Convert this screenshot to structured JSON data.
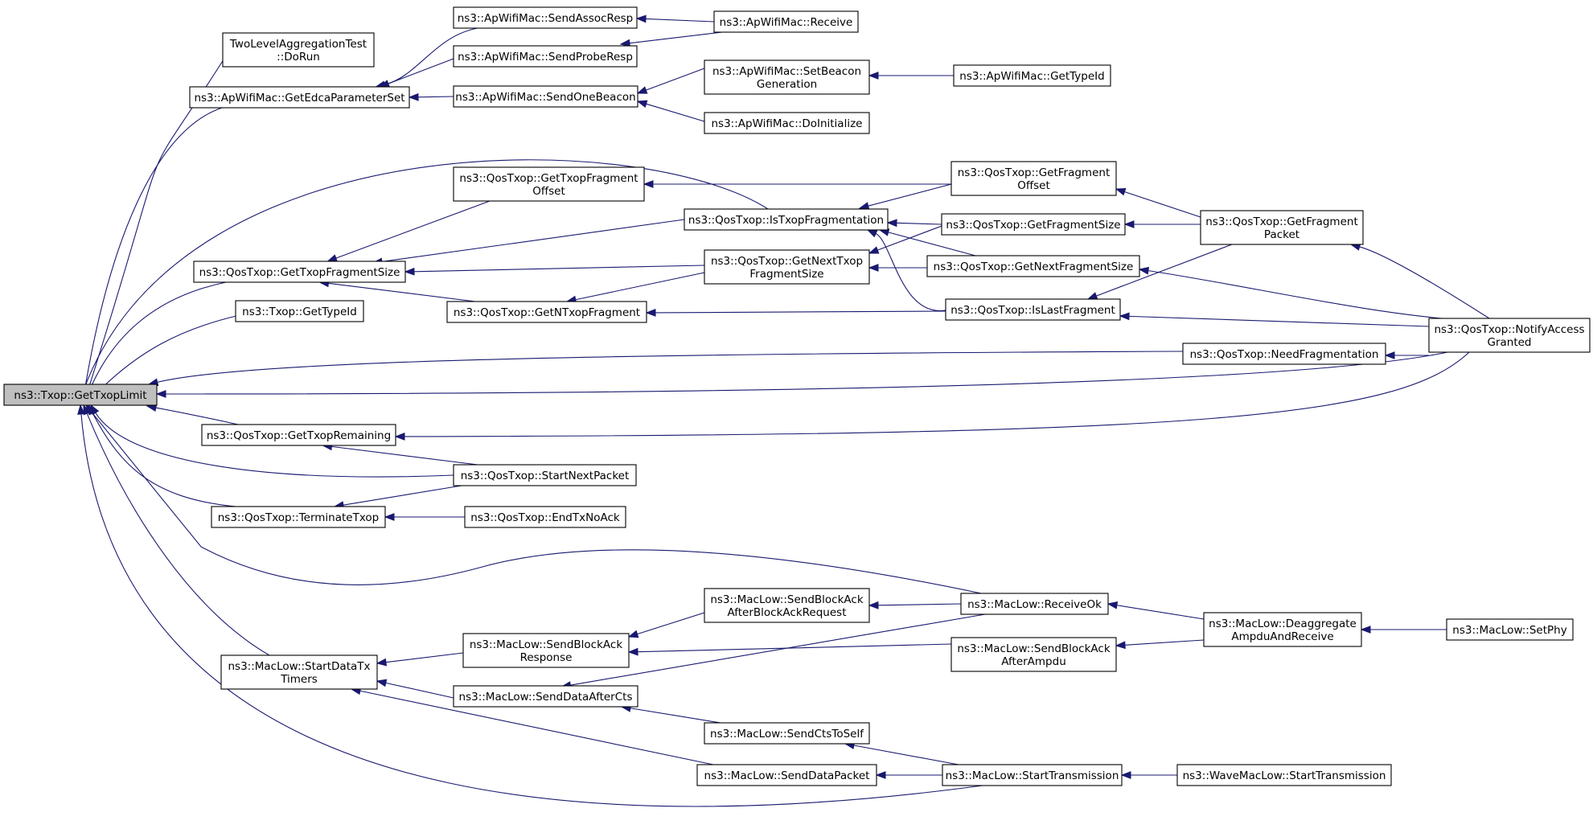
{
  "diagram": {
    "kind": "caller-graph",
    "colors": {
      "edge": "#191970",
      "root_fill": "#bfbfbf",
      "node_fill": "#ffffff",
      "border": "#000000"
    },
    "nodes": [
      {
        "id": "root",
        "lines": [
          "ns3::Txop::GetTxopLimit"
        ],
        "root": true
      },
      {
        "id": "tla",
        "lines": [
          "TwoLevelAggregationTest",
          "::DoRun"
        ]
      },
      {
        "id": "getedca",
        "lines": [
          "ns3::ApWifiMac::GetEdcaParameterSet"
        ]
      },
      {
        "id": "sendassoc",
        "lines": [
          "ns3::ApWifiMac::SendAssocResp"
        ]
      },
      {
        "id": "sendprobe",
        "lines": [
          "ns3::ApWifiMac::SendProbeResp"
        ]
      },
      {
        "id": "receive",
        "lines": [
          "ns3::ApWifiMac::Receive"
        ]
      },
      {
        "id": "sendbeacon",
        "lines": [
          "ns3::ApWifiMac::SendOneBeacon"
        ]
      },
      {
        "id": "setbeacon",
        "lines": [
          "ns3::ApWifiMac::SetBeacon",
          "Generation"
        ]
      },
      {
        "id": "gettypeid_ap",
        "lines": [
          "ns3::ApWifiMac::GetTypeId"
        ]
      },
      {
        "id": "doinit",
        "lines": [
          "ns3::ApWifiMac::DoInitialize"
        ]
      },
      {
        "id": "gettxopfragoff",
        "lines": [
          "ns3::QosTxop::GetTxopFragment",
          "Offset"
        ]
      },
      {
        "id": "istxopfrag",
        "lines": [
          "ns3::QosTxop::IsTxopFragmentation"
        ]
      },
      {
        "id": "getfragoff",
        "lines": [
          "ns3::QosTxop::GetFragment",
          "Offset"
        ]
      },
      {
        "id": "getfragsize",
        "lines": [
          "ns3::QosTxop::GetFragmentSize"
        ]
      },
      {
        "id": "getfragpkt",
        "lines": [
          "ns3::QosTxop::GetFragment",
          "Packet"
        ]
      },
      {
        "id": "gettxopfragsize",
        "lines": [
          "ns3::QosTxop::GetTxopFragmentSize"
        ]
      },
      {
        "id": "getnexttxopfrag",
        "lines": [
          "ns3::QosTxop::GetNextTxop",
          "FragmentSize"
        ]
      },
      {
        "id": "getnextfragsize",
        "lines": [
          "ns3::QosTxop::GetNextFragmentSize"
        ]
      },
      {
        "id": "gettypeid_txop",
        "lines": [
          "ns3::Txop::GetTypeId"
        ]
      },
      {
        "id": "getntxopfrag",
        "lines": [
          "ns3::QosTxop::GetNTxopFragment"
        ]
      },
      {
        "id": "islastfrag",
        "lines": [
          "ns3::QosTxop::IsLastFragment"
        ]
      },
      {
        "id": "notify",
        "lines": [
          "ns3::QosTxop::NotifyAccess",
          "Granted"
        ]
      },
      {
        "id": "needfrag",
        "lines": [
          "ns3::QosTxop::NeedFragmentation"
        ]
      },
      {
        "id": "gettxoprem",
        "lines": [
          "ns3::QosTxop::GetTxopRemaining"
        ]
      },
      {
        "id": "startnext",
        "lines": [
          "ns3::QosTxop::StartNextPacket"
        ]
      },
      {
        "id": "terminate",
        "lines": [
          "ns3::QosTxop::TerminateTxop"
        ]
      },
      {
        "id": "endtx",
        "lines": [
          "ns3::QosTxop::EndTxNoAck"
        ]
      },
      {
        "id": "sendbaafterbar",
        "lines": [
          "ns3::MacLow::SendBlockAck",
          "AfterBlockAckRequest"
        ]
      },
      {
        "id": "receiveok",
        "lines": [
          "ns3::MacLow::ReceiveOk"
        ]
      },
      {
        "id": "deagg",
        "lines": [
          "ns3::MacLow::Deaggregate",
          "AmpduAndReceive"
        ]
      },
      {
        "id": "setphy",
        "lines": [
          "ns3::MacLow::SetPhy"
        ]
      },
      {
        "id": "sendbaresp",
        "lines": [
          "ns3::MacLow::SendBlockAck",
          "Response"
        ]
      },
      {
        "id": "sendbaampdu",
        "lines": [
          "ns3::MacLow::SendBlockAck",
          "AfterAmpdu"
        ]
      },
      {
        "id": "startdatatx",
        "lines": [
          "ns3::MacLow::StartDataTx",
          "Timers"
        ]
      },
      {
        "id": "senddatacts",
        "lines": [
          "ns3::MacLow::SendDataAfterCts"
        ]
      },
      {
        "id": "sendcts",
        "lines": [
          "ns3::MacLow::SendCtsToSelf"
        ]
      },
      {
        "id": "senddatapkt",
        "lines": [
          "ns3::MacLow::SendDataPacket"
        ]
      },
      {
        "id": "starttx",
        "lines": [
          "ns3::MacLow::StartTransmission"
        ]
      },
      {
        "id": "wavestart",
        "lines": [
          "ns3::WaveMacLow::StartTransmission"
        ]
      }
    ],
    "edges": [
      [
        "tla",
        "root"
      ],
      [
        "getedca",
        "root"
      ],
      [
        "istxopfrag",
        "root"
      ],
      [
        "gettxopfragsize",
        "root"
      ],
      [
        "gettypeid_txop",
        "root"
      ],
      [
        "needfrag",
        "root"
      ],
      [
        "notify",
        "root"
      ],
      [
        "gettxoprem",
        "root"
      ],
      [
        "startnext",
        "root"
      ],
      [
        "terminate",
        "root"
      ],
      [
        "receiveok",
        "root"
      ],
      [
        "startdatatx",
        "root"
      ],
      [
        "starttx",
        "root"
      ],
      [
        "sendassoc",
        "getedca"
      ],
      [
        "sendprobe",
        "getedca"
      ],
      [
        "sendbeacon",
        "getedca"
      ],
      [
        "receive",
        "sendassoc"
      ],
      [
        "receive",
        "sendprobe"
      ],
      [
        "setbeacon",
        "sendbeacon"
      ],
      [
        "doinit",
        "sendbeacon"
      ],
      [
        "gettypeid_ap",
        "setbeacon"
      ],
      [
        "gettxopfragoff",
        "gettxopfragsize"
      ],
      [
        "istxopfrag",
        "gettxopfragsize"
      ],
      [
        "getnexttxopfrag",
        "gettxopfragsize"
      ],
      [
        "getntxopfrag",
        "gettxopfragsize"
      ],
      [
        "getfragoff",
        "gettxopfragoff"
      ],
      [
        "getfragoff",
        "istxopfrag"
      ],
      [
        "getfragsize",
        "istxopfrag"
      ],
      [
        "getnextfragsize",
        "istxopfrag"
      ],
      [
        "islastfrag",
        "istxopfrag"
      ],
      [
        "getfragsize",
        "getnexttxopfrag"
      ],
      [
        "getnextfragsize",
        "getnexttxopfrag"
      ],
      [
        "getnexttxopfrag",
        "getntxopfrag"
      ],
      [
        "islastfrag",
        "getntxopfrag"
      ],
      [
        "getfragpkt",
        "getfragoff"
      ],
      [
        "getfragpkt",
        "getfragsize"
      ],
      [
        "getfragpkt",
        "islastfrag"
      ],
      [
        "notify",
        "getfragpkt"
      ],
      [
        "notify",
        "getnextfragsize"
      ],
      [
        "notify",
        "islastfrag"
      ],
      [
        "notify",
        "needfrag"
      ],
      [
        "notify",
        "gettxoprem"
      ],
      [
        "startnext",
        "gettxoprem"
      ],
      [
        "startnext",
        "terminate"
      ],
      [
        "endtx",
        "terminate"
      ],
      [
        "sendbaresp",
        "startdatatx"
      ],
      [
        "senddatacts",
        "startdatatx"
      ],
      [
        "senddatapkt",
        "startdatatx"
      ],
      [
        "sendbaafterbar",
        "sendbaresp"
      ],
      [
        "sendbaampdu",
        "sendbaresp"
      ],
      [
        "receiveok",
        "sendbaafterbar"
      ],
      [
        "receiveok",
        "senddatacts"
      ],
      [
        "sendcts",
        "senddatacts"
      ],
      [
        "starttx",
        "sendcts"
      ],
      [
        "starttx",
        "senddatapkt"
      ],
      [
        "deagg",
        "receiveok"
      ],
      [
        "deagg",
        "sendbaampdu"
      ],
      [
        "setphy",
        "deagg"
      ],
      [
        "wavestart",
        "starttx"
      ]
    ]
  }
}
